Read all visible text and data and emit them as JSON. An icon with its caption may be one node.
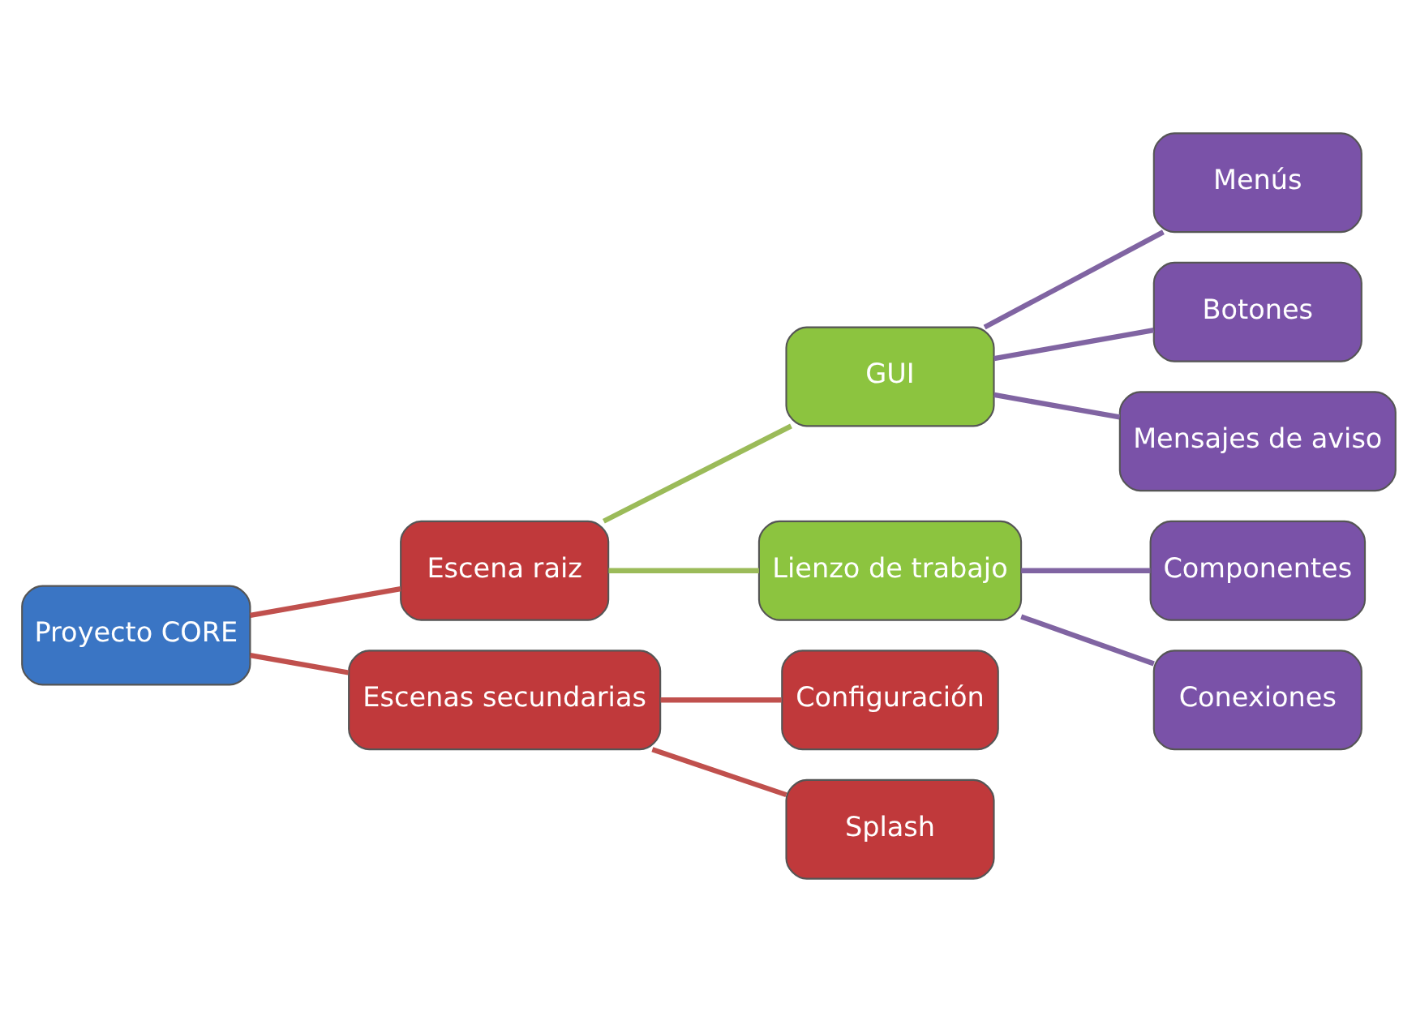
{
  "diagram": {
    "nodes": [
      {
        "text": [
          "Proyecto CORE"
        ]
      },
      {
        "text": [
          "Escena raiz"
        ]
      },
      {
        "text": [
          "Escenas secundarias"
        ]
      },
      {
        "text": [
          "GUI"
        ]
      },
      {
        "text": [
          "Lienzo de trabajo"
        ]
      },
      {
        "text": [
          "Configuración"
        ]
      },
      {
        "text": [
          "Splash"
        ]
      },
      {
        "text": [
          "Menús"
        ]
      },
      {
        "text": [
          "Botones"
        ]
      },
      {
        "text": [
          "Mensajes de aviso"
        ]
      },
      {
        "text": [
          "Componentes"
        ]
      },
      {
        "text": [
          "Conexiones"
        ]
      }
    ],
    "edges": [
      {
        "from": 0,
        "to": 1,
        "arrow": "none",
        "color": "#c0504d"
      },
      {
        "from": 0,
        "to": 2,
        "arrow": "none",
        "color": "#c0504d"
      },
      {
        "from": 1,
        "to": 3,
        "arrow": "none",
        "color": "#9bbb59"
      },
      {
        "from": 1,
        "to": 4,
        "arrow": "none",
        "color": "#9bbb59"
      },
      {
        "from": 2,
        "to": 5,
        "arrow": "none",
        "color": "#c0504d"
      },
      {
        "from": 2,
        "to": 6,
        "arrow": "none",
        "color": "#c0504d"
      },
      {
        "from": 3,
        "to": 7,
        "arrow": "none",
        "color": "#8064a2"
      },
      {
        "from": 3,
        "to": 8,
        "arrow": "none",
        "color": "#8064a2"
      },
      {
        "from": 3,
        "to": 9,
        "arrow": "none",
        "color": "#8064a2"
      },
      {
        "from": 4,
        "to": 10,
        "arrow": "none",
        "color": "#8064a2"
      },
      {
        "from": 4,
        "to": 11,
        "arrow": "none",
        "color": "#8064a2"
      }
    ]
  }
}
